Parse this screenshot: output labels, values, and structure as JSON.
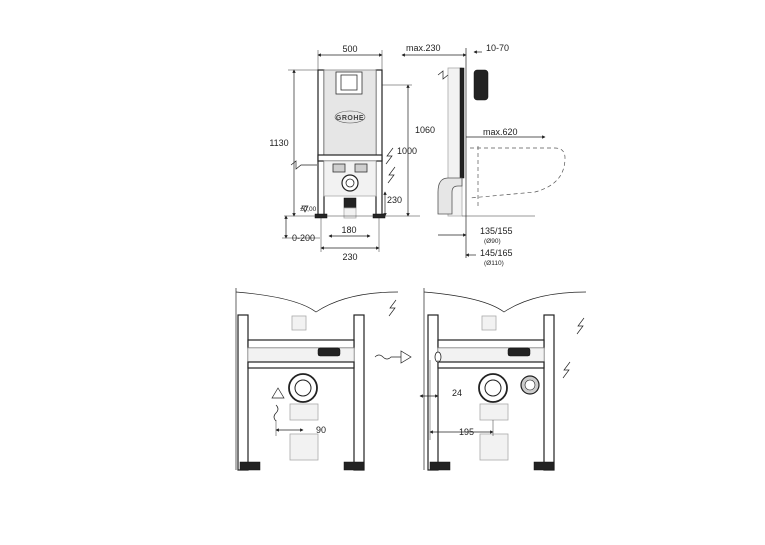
{
  "brand": "GROHE",
  "front_view": {
    "dim_width": "500",
    "dim_total_height": "1130",
    "dim_top_height": "1060",
    "dim_power": "1000",
    "dim_drain_height": "230",
    "dim_floor": "±0,00",
    "dim_adjust": "0-200",
    "dim_center": "180",
    "dim_foot": "230"
  },
  "side_view": {
    "dim_max_depth": "max.230",
    "dim_wall_range": "10-70",
    "dim_max_projection": "max.620",
    "dim_drain_a": "135/155",
    "dim_drain_a_dia": "(Ø90)",
    "dim_drain_b": "145/165",
    "dim_drain_b_dia": "(Ø110)"
  },
  "detail_left": {
    "dim_offset": "90"
  },
  "detail_right": {
    "dim_pipe": "24",
    "dim_distance": "195"
  }
}
